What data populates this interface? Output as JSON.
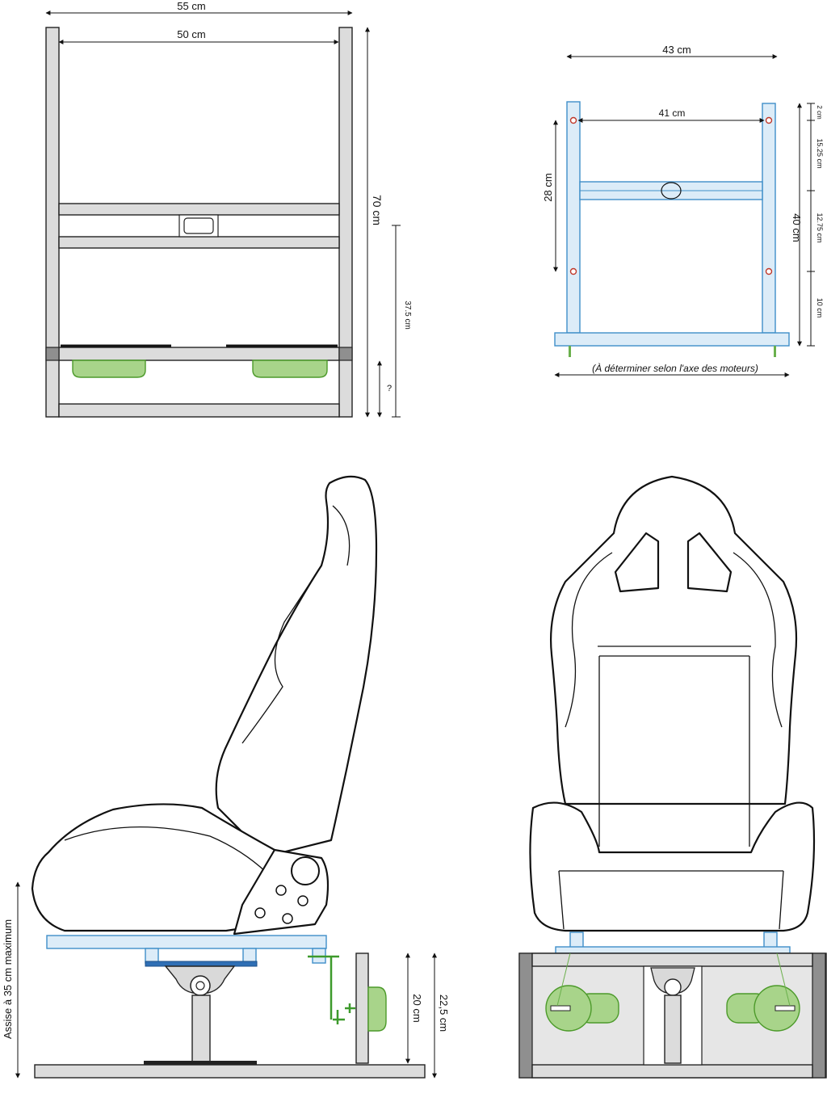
{
  "front_frame": {
    "outer_width": "55 cm",
    "inner_width": "50 cm",
    "height": "70 cm",
    "partial_height": "37.5 cm",
    "unknown": "?"
  },
  "side_frame": {
    "outer_width": "43 cm",
    "inner_width": "41 cm",
    "hole_spacing": "28 cm",
    "height": "40 cm",
    "seg_top": "2 cm",
    "seg_a": "15.25 cm",
    "seg_b": "12.75 cm",
    "seg_c": "10 cm",
    "base_note": "(À déterminer selon l'axe des moteurs)"
  },
  "side_view": {
    "seat_height_note": "Assise à 35 cm maximum",
    "motor_height": "20 cm",
    "platform_height": "22,5 cm"
  },
  "colors": {
    "frame": "#dcdcdc",
    "blue_frame": "#dcecf8",
    "motor": "#a8d48a",
    "hole": "#c0392b"
  }
}
